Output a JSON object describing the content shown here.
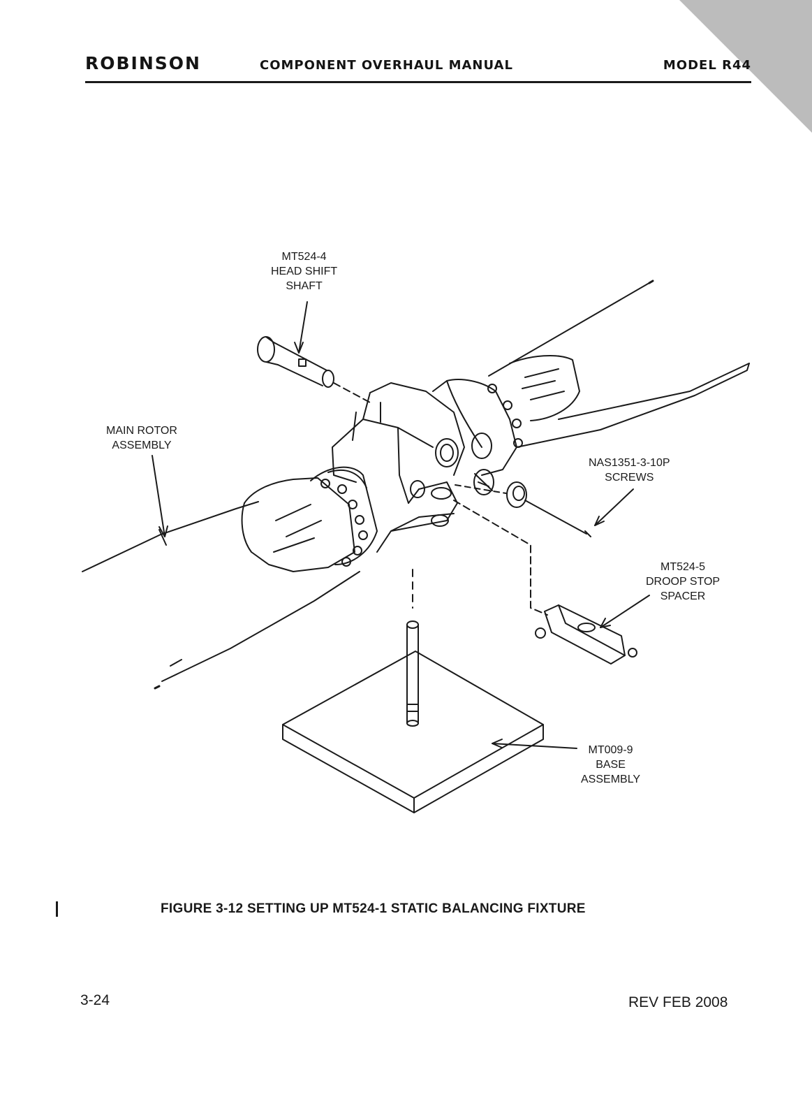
{
  "header": {
    "brand": "ROBINSON",
    "manual_title": "COMPONENT OVERHAUL MANUAL",
    "model": "MODEL R44"
  },
  "callouts": {
    "head_shift_shaft": [
      "MT524-4",
      "HEAD SHIFT",
      "SHAFT"
    ],
    "main_rotor_assembly": [
      "MAIN ROTOR",
      "ASSEMBLY"
    ],
    "screws": [
      "NAS1351-3-10P",
      "SCREWS"
    ],
    "droop_stop_spacer": [
      "MT524-5",
      "DROOP STOP",
      "SPACER"
    ],
    "base_assembly": [
      "MT009-9",
      "BASE",
      "ASSEMBLY"
    ]
  },
  "caption": "FIGURE 3-12  SETTING UP MT524-1 STATIC BALANCING FIXTURE",
  "footer": {
    "page_number": "3-24",
    "revision": "REV FEB 2008"
  }
}
